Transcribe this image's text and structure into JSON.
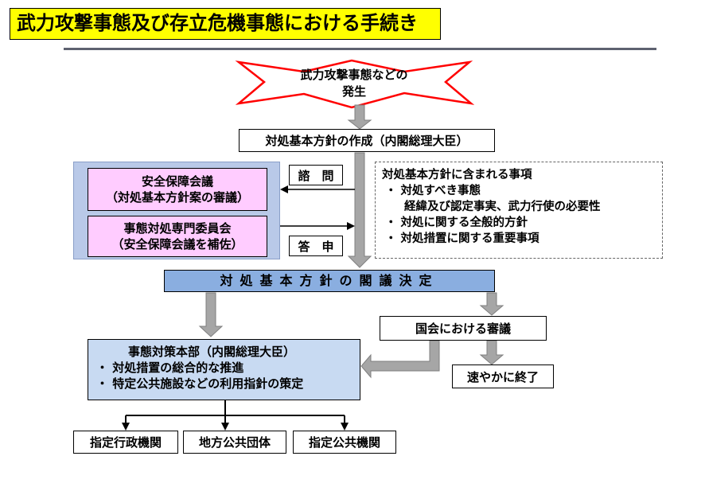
{
  "title": "武力攻撃事態及び存立危機事態における手続き",
  "nodes": {
    "occurrence_line1": "武力攻撃事態などの",
    "occurrence_line2": "発生",
    "basic_policy_creation": "対処基本方針の作成（内閣総理大臣）",
    "security_council_line1": "安全保障会議",
    "security_council_line2": "（対処基本方針案の審議）",
    "expert_committee_line1": "事態対処専門委員会",
    "expert_committee_line2": "（安全保障会議を補佐）",
    "consult_label": "諮　問",
    "report_label": "答　申",
    "cabinet_decision": "対処基本方針の閣議決定",
    "diet_deliberation": "国会における審議",
    "prompt_termination": "速やかに終了",
    "hq_title": "事態対策本部（内閣総理大臣）",
    "hq_item1": "・ 対処措置の総合的な推進",
    "hq_item2": "・ 特定公共施設などの利用指針の策定",
    "designated_admin": "指定行政機関",
    "local_gov": "地方公共団体",
    "designated_public": "指定公共機関"
  },
  "policy_items": {
    "heading": "対処基本方針に含まれる事項",
    "item1": "・ 対処すべき事態",
    "item1_detail": "経緯及び認定事実、武力行使の必要性",
    "item2": "・ 対処に関する全般的方針",
    "item3": "・ 対処措置に関する重要事項"
  },
  "colors": {
    "title_bg": "#ffff00",
    "pink_box": "#ffccff",
    "blue_panel": "#b9c9e8",
    "decision_bar": "#8aaee0",
    "hq_box": "#c8daf2",
    "gray_arrow": "#a6a6a6",
    "burst_stroke": "#ff0000"
  }
}
